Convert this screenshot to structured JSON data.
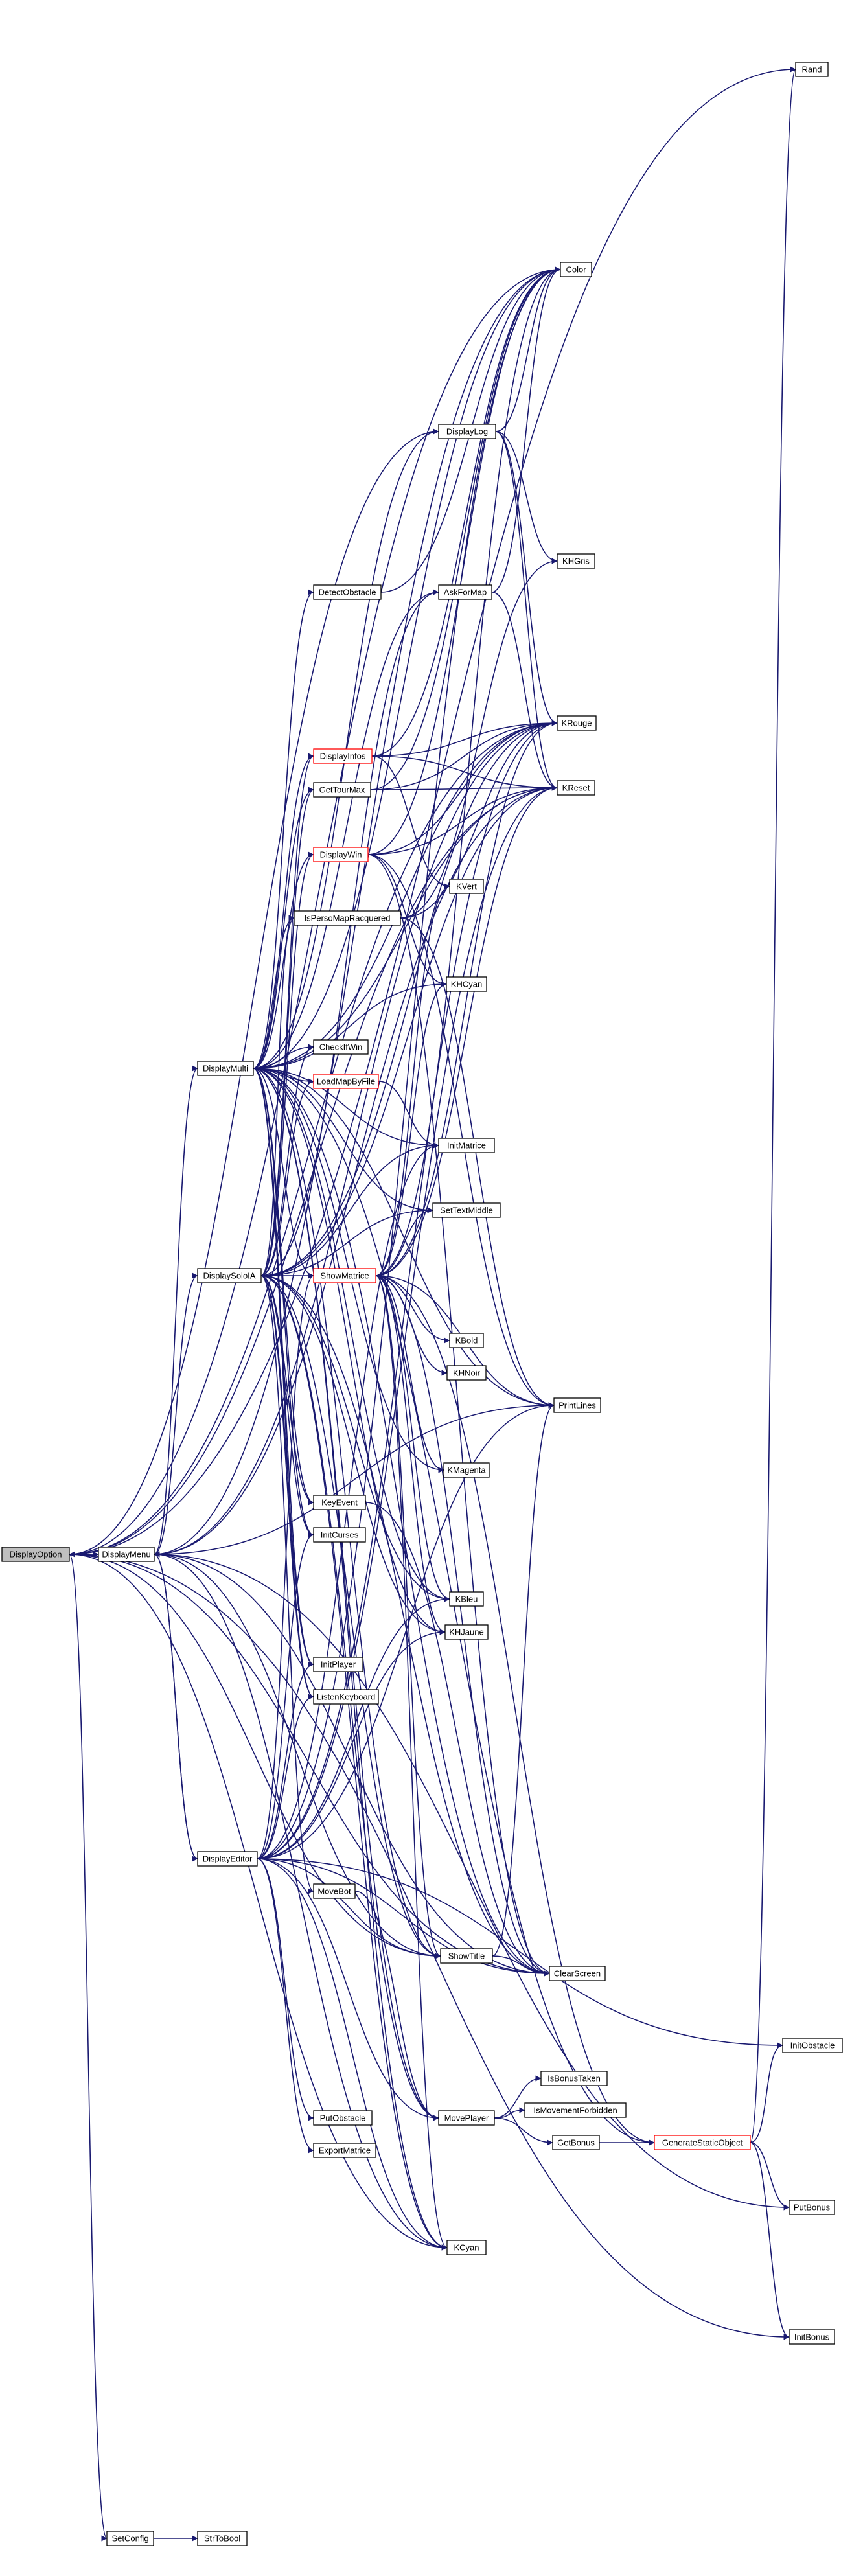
{
  "diagram": {
    "type": "call-graph",
    "root": "DisplayOption",
    "colors": {
      "edge": "#191970",
      "node_border": "#000000",
      "truncated_node_border": "#ff0000",
      "root_fill": "#bfbfbf",
      "node_fill": "#ffffff"
    },
    "nodes": [
      {
        "id": "DisplayOption",
        "label": "DisplayOption",
        "kind": "root"
      },
      {
        "id": "DisplayMenu",
        "label": "DisplayMenu"
      },
      {
        "id": "DisplayMulti",
        "label": "DisplayMulti"
      },
      {
        "id": "DisplaySoloIA",
        "label": "DisplaySoloIA"
      },
      {
        "id": "DisplayEditor",
        "label": "DisplayEditor"
      },
      {
        "id": "SetConfig",
        "label": "SetConfig"
      },
      {
        "id": "StrToBool",
        "label": "StrToBool"
      },
      {
        "id": "DetectObstacle",
        "label": "DetectObstacle"
      },
      {
        "id": "DisplayInfos",
        "label": "DisplayInfos",
        "kind": "truncated"
      },
      {
        "id": "GetTourMax",
        "label": "GetTourMax"
      },
      {
        "id": "DisplayWin",
        "label": "DisplayWin",
        "kind": "truncated"
      },
      {
        "id": "IsPersoMapRacquered",
        "label": "IsPersoMapRacquered"
      },
      {
        "id": "CheckIfWin",
        "label": "CheckIfWin"
      },
      {
        "id": "LoadMapByFile",
        "label": "LoadMapByFile",
        "kind": "truncated"
      },
      {
        "id": "ShowMatrice",
        "label": "ShowMatrice",
        "kind": "truncated"
      },
      {
        "id": "KeyEvent",
        "label": "KeyEvent"
      },
      {
        "id": "InitCurses",
        "label": "InitCurses"
      },
      {
        "id": "InitPlayer",
        "label": "InitPlayer"
      },
      {
        "id": "ListenKeyboard",
        "label": "ListenKeyboard"
      },
      {
        "id": "MoveBot",
        "label": "MoveBot"
      },
      {
        "id": "PutObstacle",
        "label": "PutObstacle"
      },
      {
        "id": "ExportMatrice",
        "label": "ExportMatrice"
      },
      {
        "id": "DisplayLog",
        "label": "DisplayLog"
      },
      {
        "id": "AskForMap",
        "label": "AskForMap"
      },
      {
        "id": "KVert",
        "label": "KVert"
      },
      {
        "id": "KHCyan",
        "label": "KHCyan"
      },
      {
        "id": "InitMatrice",
        "label": "InitMatrice"
      },
      {
        "id": "SetTextMiddle",
        "label": "SetTextMiddle"
      },
      {
        "id": "KBold",
        "label": "KBold"
      },
      {
        "id": "KHNoir",
        "label": "KHNoir"
      },
      {
        "id": "KMagenta",
        "label": "KMagenta"
      },
      {
        "id": "KBleu",
        "label": "KBleu"
      },
      {
        "id": "KHJaune",
        "label": "KHJaune"
      },
      {
        "id": "ShowTitle",
        "label": "ShowTitle"
      },
      {
        "id": "MovePlayer",
        "label": "MovePlayer"
      },
      {
        "id": "KCyan",
        "label": "KCyan"
      },
      {
        "id": "Color",
        "label": "Color"
      },
      {
        "id": "KHGris",
        "label": "KHGris"
      },
      {
        "id": "KRouge",
        "label": "KRouge"
      },
      {
        "id": "KReset",
        "label": "KReset"
      },
      {
        "id": "PrintLines",
        "label": "PrintLines"
      },
      {
        "id": "ClearScreen",
        "label": "ClearScreen"
      },
      {
        "id": "IsBonusTaken",
        "label": "IsBonusTaken"
      },
      {
        "id": "IsMovementForbidden",
        "label": "IsMovementForbidden"
      },
      {
        "id": "GetBonus",
        "label": "GetBonus"
      },
      {
        "id": "GenerateStaticObject",
        "label": "GenerateStaticObject",
        "kind": "truncated"
      },
      {
        "id": "Rand",
        "label": "Rand"
      },
      {
        "id": "InitObstacle",
        "label": "InitObstacle"
      },
      {
        "id": "PutBonus",
        "label": "PutBonus"
      },
      {
        "id": "InitBonus",
        "label": "InitBonus"
      }
    ],
    "edges": [
      [
        "DisplayOption",
        "DisplayMenu"
      ],
      [
        "DisplayOption",
        "SetConfig"
      ],
      [
        "DisplayOption",
        "Rand"
      ],
      [
        "DisplayOption",
        "Color"
      ],
      [
        "DisplayOption",
        "DisplayLog"
      ],
      [
        "DisplayOption",
        "KRouge"
      ],
      [
        "DisplayOption",
        "KReset"
      ],
      [
        "DisplayOption",
        "ShowTitle"
      ],
      [
        "DisplayOption",
        "ClearScreen"
      ],
      [
        "DisplayOption",
        "KCyan"
      ],
      [
        "DisplayOption",
        "InitBonus"
      ],
      [
        "SetConfig",
        "StrToBool"
      ],
      [
        "DisplayMenu",
        "DisplayOption"
      ],
      [
        "DisplayMenu",
        "DisplayMulti"
      ],
      [
        "DisplayMenu",
        "DisplaySoloIA"
      ],
      [
        "DisplayMenu",
        "DisplayEditor"
      ],
      [
        "DisplayMenu",
        "Color"
      ],
      [
        "DisplayMenu",
        "KRouge"
      ],
      [
        "DisplayMenu",
        "KReset"
      ],
      [
        "DisplayMenu",
        "ShowTitle"
      ],
      [
        "DisplayMenu",
        "ClearScreen"
      ],
      [
        "DisplayMenu",
        "KCyan"
      ],
      [
        "DisplayMenu",
        "PrintLines"
      ],
      [
        "DisplayMenu",
        "PutBonus"
      ],
      [
        "DisplayMulti",
        "DetectObstacle"
      ],
      [
        "DisplayMulti",
        "DisplayInfos"
      ],
      [
        "DisplayMulti",
        "GetTourMax"
      ],
      [
        "DisplayMulti",
        "DisplayWin"
      ],
      [
        "DisplayMulti",
        "IsPersoMapRacquered"
      ],
      [
        "DisplayMulti",
        "CheckIfWin"
      ],
      [
        "DisplayMulti",
        "LoadMapByFile"
      ],
      [
        "DisplayMulti",
        "ShowMatrice"
      ],
      [
        "DisplayMulti",
        "KeyEvent"
      ],
      [
        "DisplayMulti",
        "InitCurses"
      ],
      [
        "DisplayMulti",
        "InitPlayer"
      ],
      [
        "DisplayMulti",
        "ListenKeyboard"
      ],
      [
        "DisplayMulti",
        "DisplayLog"
      ],
      [
        "DisplayMulti",
        "AskForMap"
      ],
      [
        "DisplayMulti",
        "Color"
      ],
      [
        "DisplayMulti",
        "KRouge"
      ],
      [
        "DisplayMulti",
        "KReset"
      ],
      [
        "DisplayMulti",
        "InitMatrice"
      ],
      [
        "DisplayMulti",
        "SetTextMiddle"
      ],
      [
        "DisplayMulti",
        "KBleu"
      ],
      [
        "DisplayMulti",
        "KHJaune"
      ],
      [
        "DisplayMulti",
        "MovePlayer"
      ],
      [
        "DisplayMulti",
        "ShowTitle"
      ],
      [
        "DisplayMulti",
        "ClearScreen"
      ],
      [
        "DisplayMulti",
        "KCyan"
      ],
      [
        "DisplayMulti",
        "KHCyan"
      ],
      [
        "DisplayMulti",
        "KMagenta"
      ],
      [
        "DisplayMulti",
        "PrintLines"
      ],
      [
        "DisplayMulti",
        "GenerateStaticObject"
      ],
      [
        "DisplaySoloIA",
        "DisplayInfos"
      ],
      [
        "DisplaySoloIA",
        "GetTourMax"
      ],
      [
        "DisplaySoloIA",
        "DisplayWin"
      ],
      [
        "DisplaySoloIA",
        "IsPersoMapRacquered"
      ],
      [
        "DisplaySoloIA",
        "CheckIfWin"
      ],
      [
        "DisplaySoloIA",
        "LoadMapByFile"
      ],
      [
        "DisplaySoloIA",
        "ShowMatrice"
      ],
      [
        "DisplaySoloIA",
        "KeyEvent"
      ],
      [
        "DisplaySoloIA",
        "InitCurses"
      ],
      [
        "DisplaySoloIA",
        "InitPlayer"
      ],
      [
        "DisplaySoloIA",
        "ListenKeyboard"
      ],
      [
        "DisplaySoloIA",
        "MoveBot"
      ],
      [
        "DisplaySoloIA",
        "MovePlayer"
      ],
      [
        "DisplaySoloIA",
        "AskForMap"
      ],
      [
        "DisplaySoloIA",
        "KRouge"
      ],
      [
        "DisplaySoloIA",
        "KReset"
      ],
      [
        "DisplaySoloIA",
        "InitMatrice"
      ],
      [
        "DisplaySoloIA",
        "SetTextMiddle"
      ],
      [
        "DisplaySoloIA",
        "KBleu"
      ],
      [
        "DisplaySoloIA",
        "KHJaune"
      ],
      [
        "DisplaySoloIA",
        "ShowTitle"
      ],
      [
        "DisplaySoloIA",
        "ClearScreen"
      ],
      [
        "DisplaySoloIA",
        "KCyan"
      ],
      [
        "DisplayEditor",
        "ShowMatrice"
      ],
      [
        "DisplayEditor",
        "InitCurses"
      ],
      [
        "DisplayEditor",
        "InitPlayer"
      ],
      [
        "DisplayEditor",
        "ListenKeyboard"
      ],
      [
        "DisplayEditor",
        "PutObstacle"
      ],
      [
        "DisplayEditor",
        "ExportMatrice"
      ],
      [
        "DisplayEditor",
        "MovePlayer"
      ],
      [
        "DisplayEditor",
        "Color"
      ],
      [
        "DisplayEditor",
        "KRouge"
      ],
      [
        "DisplayEditor",
        "KReset"
      ],
      [
        "DisplayEditor",
        "InitMatrice"
      ],
      [
        "DisplayEditor",
        "KHJaune"
      ],
      [
        "DisplayEditor",
        "ShowTitle"
      ],
      [
        "DisplayEditor",
        "ClearScreen"
      ],
      [
        "DisplayEditor",
        "KCyan"
      ],
      [
        "DisplayEditor",
        "PrintLines"
      ],
      [
        "DisplayEditor",
        "InitObstacle"
      ],
      [
        "DisplayEditor",
        "KBleu"
      ],
      [
        "DisplayEditor",
        "DisplayMenu"
      ],
      [
        "DetectObstacle",
        "Color"
      ],
      [
        "DisplayInfos",
        "Color"
      ],
      [
        "DisplayInfos",
        "KRouge"
      ],
      [
        "DisplayInfos",
        "KReset"
      ],
      [
        "DisplayInfos",
        "KVert"
      ],
      [
        "GetTourMax",
        "Color"
      ],
      [
        "GetTourMax",
        "KRouge"
      ],
      [
        "GetTourMax",
        "KReset"
      ],
      [
        "DisplayWin",
        "Color"
      ],
      [
        "DisplayWin",
        "KRouge"
      ],
      [
        "DisplayWin",
        "KReset"
      ],
      [
        "DisplayWin",
        "KHCyan"
      ],
      [
        "DisplayWin",
        "ClearScreen"
      ],
      [
        "DisplayWin",
        "PrintLines"
      ],
      [
        "IsPersoMapRacquered",
        "KHGris"
      ],
      [
        "IsPersoMapRacquered",
        "KRouge"
      ],
      [
        "IsPersoMapRacquered",
        "PrintLines"
      ],
      [
        "LoadMapByFile",
        "InitMatrice"
      ],
      [
        "ShowMatrice",
        "Color"
      ],
      [
        "ShowMatrice",
        "KRouge"
      ],
      [
        "ShowMatrice",
        "KReset"
      ],
      [
        "ShowMatrice",
        "KVert"
      ],
      [
        "ShowMatrice",
        "KHCyan"
      ],
      [
        "ShowMatrice",
        "SetTextMiddle"
      ],
      [
        "ShowMatrice",
        "KBold"
      ],
      [
        "ShowMatrice",
        "KHNoir"
      ],
      [
        "ShowMatrice",
        "KMagenta"
      ],
      [
        "ShowMatrice",
        "KBleu"
      ],
      [
        "ShowMatrice",
        "KHJaune"
      ],
      [
        "ShowMatrice",
        "KCyan"
      ],
      [
        "ShowMatrice",
        "PrintLines"
      ],
      [
        "ShowMatrice",
        "ClearScreen"
      ],
      [
        "ShowMatrice",
        "ShowTitle"
      ],
      [
        "ShowMatrice",
        "GenerateStaticObject"
      ],
      [
        "KeyEvent",
        "ClearScreen"
      ],
      [
        "MoveBot",
        "MovePlayer"
      ],
      [
        "DisplayLog",
        "Color"
      ],
      [
        "DisplayLog",
        "KHGris"
      ],
      [
        "DisplayLog",
        "KRouge"
      ],
      [
        "DisplayLog",
        "KReset"
      ],
      [
        "AskForMap",
        "Color"
      ],
      [
        "AskForMap",
        "KReset"
      ],
      [
        "ShowTitle",
        "ClearScreen"
      ],
      [
        "ShowTitle",
        "PrintLines"
      ],
      [
        "MovePlayer",
        "IsBonusTaken"
      ],
      [
        "MovePlayer",
        "IsMovementForbidden"
      ],
      [
        "MovePlayer",
        "GetBonus"
      ],
      [
        "GetBonus",
        "GenerateStaticObject"
      ],
      [
        "GenerateStaticObject",
        "Rand"
      ],
      [
        "GenerateStaticObject",
        "InitObstacle"
      ],
      [
        "GenerateStaticObject",
        "PutBonus"
      ],
      [
        "GenerateStaticObject",
        "InitBonus"
      ]
    ]
  }
}
